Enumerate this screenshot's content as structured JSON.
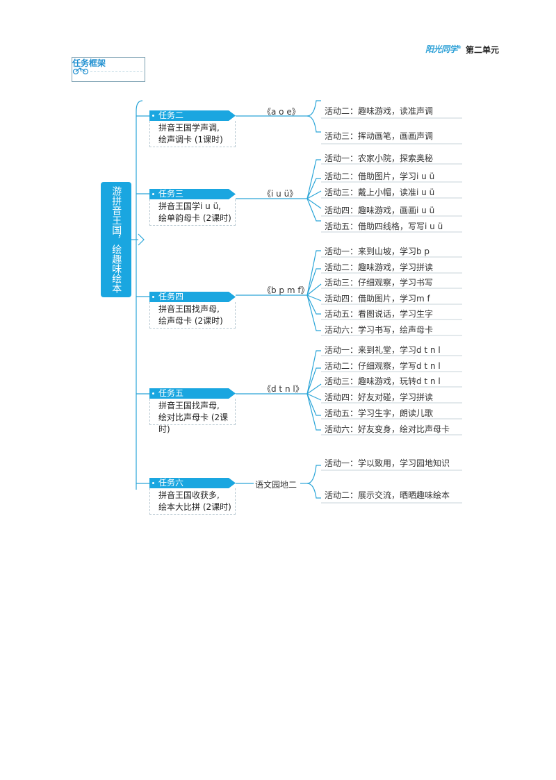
{
  "header": {
    "logo": "阳光同学",
    "unit": "第二单元"
  },
  "frame": {
    "title": "任务框架"
  },
  "root": {
    "title": "游拼音王国，绘趣味绘本"
  },
  "tasks": [
    {
      "name": "任务二",
      "desc1": "拼音王国学声调,",
      "desc2": "绘声调卡 (1课时)",
      "lesson": "《a o e》",
      "activities": [
        "活动二：趣味游戏，读准声调",
        "活动三：挥动画笔，画画声调"
      ]
    },
    {
      "name": "任务三",
      "desc1": "拼音王国学i u ü,",
      "desc2": "绘单韵母卡 (2课时)",
      "lesson": "《i u ü》",
      "activities": [
        "活动一：农家小院，探索奥秘",
        "活动二：借助图片，学习i u ü",
        "活动三：戴上小帽，读准i u ü",
        "活动四：趣味游戏，画画i u ü",
        "活动五：借助四线格，写写i u ü"
      ]
    },
    {
      "name": "任务四",
      "desc1": "拼音王国找声母,",
      "desc2": "绘声母卡 (2课时)",
      "lesson": "《b p m f》",
      "activities": [
        "活动一：来到山坡，学习b p",
        "活动二：趣味游戏，学习拼读",
        "活动三：仔细观察，学习书写",
        "活动四：借助图片，学习m f",
        "活动五：看图说话，学习生字",
        "活动六：学习书写，绘声母卡"
      ]
    },
    {
      "name": "任务五",
      "desc1": "拼音王国找声母,",
      "desc2": "绘对比声母卡 (2课时)",
      "lesson": "《d t n l》",
      "activities": [
        "活动一：来到礼堂，学习d t n l",
        "活动二：仔细观察，学写d t n l",
        "活动三：趣味游戏，玩转d t n l",
        "活动四：好友对碰，学习拼读",
        "活动五：学习生字，朗读儿歌",
        "活动六：好友变身，绘对比声母卡"
      ]
    },
    {
      "name": "任务六",
      "desc1": "拼音王国收获多,",
      "desc2": "绘本大比拼 (2课时)",
      "lesson": "语文园地二",
      "activities": [
        "活动一：学以致用，学习园地知识",
        "活动二：展示交流，晒晒趣味绘本"
      ]
    }
  ]
}
